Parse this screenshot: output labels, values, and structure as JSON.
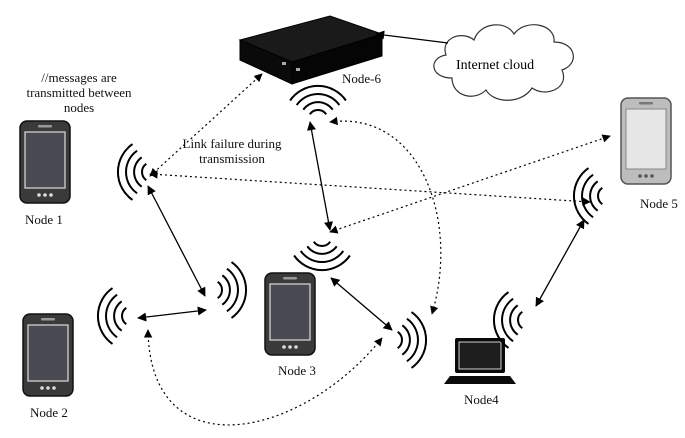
{
  "annotations": {
    "message_note": "//messages are transmitted between nodes",
    "link_failure": "Link failure during transmission"
  },
  "nodes": {
    "node1": "Node 1",
    "node2": "Node 2",
    "node3": "Node 3",
    "node4": "Node4",
    "node5": "Node 5",
    "node6": "Node-6"
  },
  "cloud": {
    "label": "Internet cloud"
  },
  "colors": {
    "device_dark": "#3a3a3a",
    "device_black": "#0a0a0a",
    "device_grey": "#bdbdbd",
    "screen_blue": "#4a4a52"
  }
}
